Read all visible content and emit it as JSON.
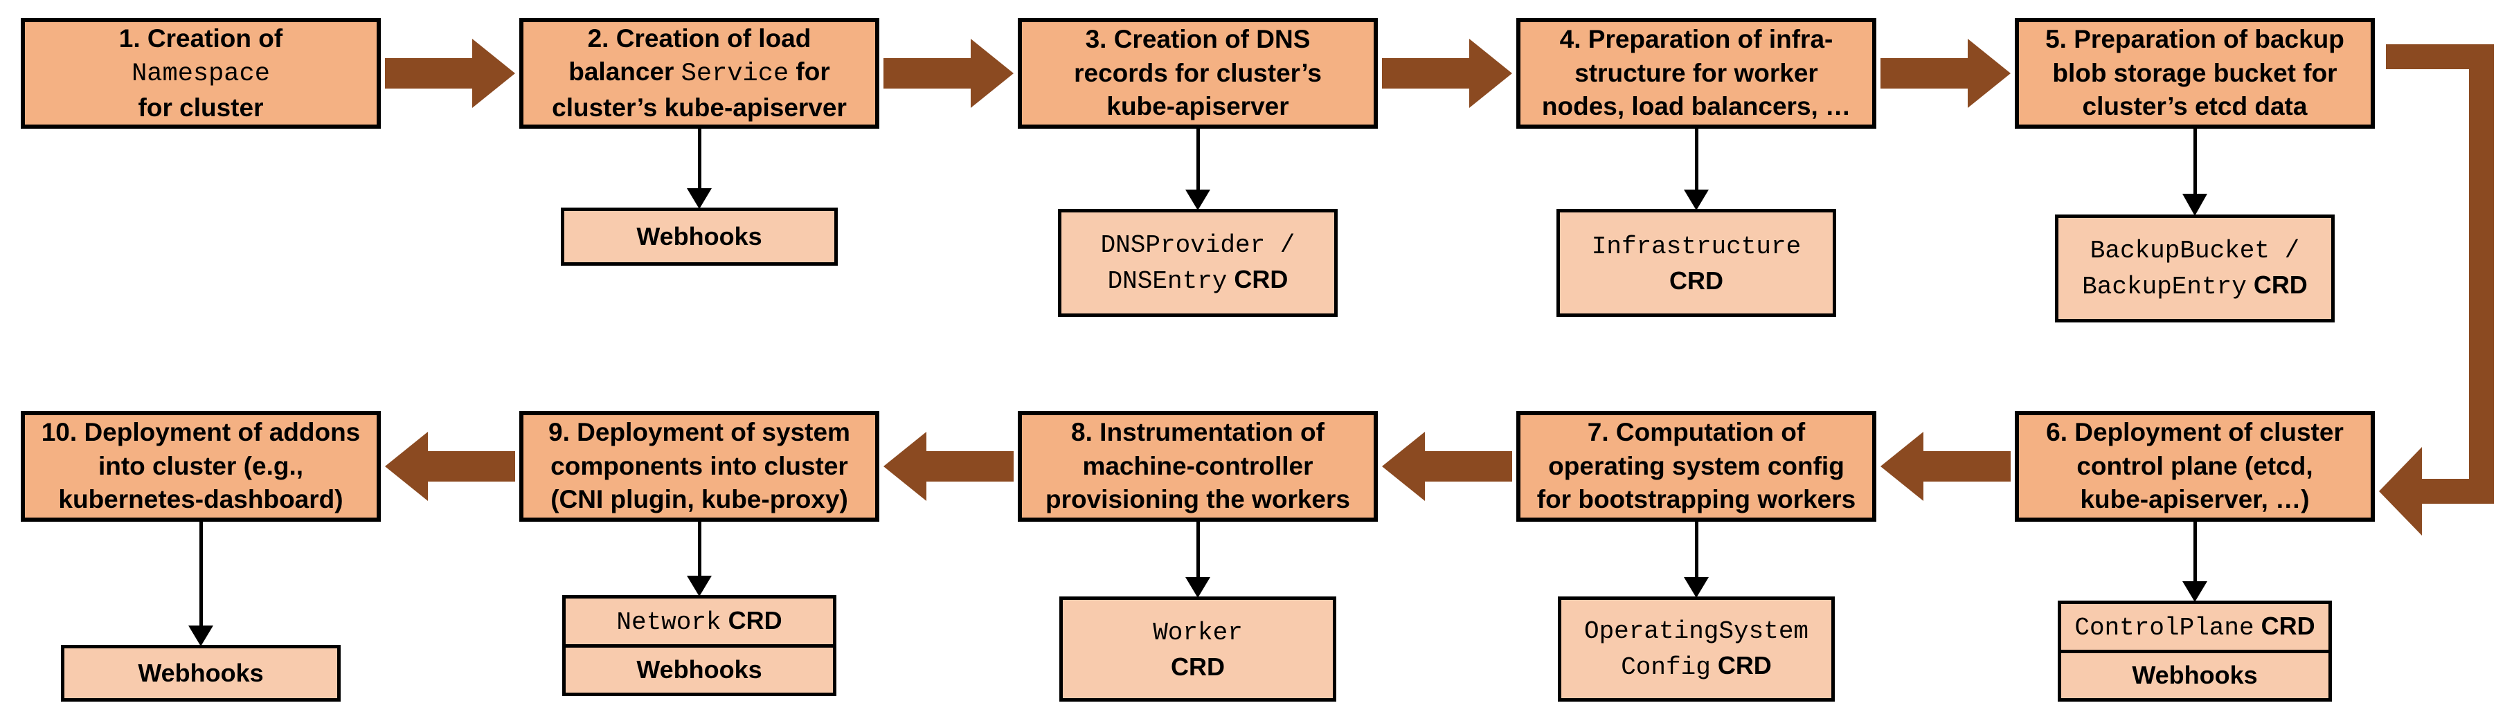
{
  "palette": {
    "main_fill": "#F4B183",
    "sub_fill": "#F8CBAD",
    "arrow": "#8B4A21",
    "border": "#000000"
  },
  "boxes": {
    "step1": {
      "lines": [
        [
          {
            "t": "1. Creation of"
          }
        ],
        [
          {
            "t": "Namespace",
            "s": "mono"
          }
        ],
        [
          {
            "t": "for cluster"
          }
        ]
      ]
    },
    "step2": {
      "lines": [
        [
          {
            "t": "2. Creation of load"
          }
        ],
        [
          {
            "t": "balancer "
          },
          {
            "t": "Service",
            "s": "mono"
          },
          {
            "t": " for"
          }
        ],
        [
          {
            "t": "cluster’s kube-apiserver"
          }
        ]
      ]
    },
    "step3": {
      "lines": [
        [
          {
            "t": "3. Creation of DNS"
          }
        ],
        [
          {
            "t": "records for cluster’s"
          }
        ],
        [
          {
            "t": "kube-apiserver"
          }
        ]
      ]
    },
    "step4": {
      "lines": [
        [
          {
            "t": "4. Preparation of infra-"
          }
        ],
        [
          {
            "t": "structure for worker"
          }
        ],
        [
          {
            "t": "nodes, load balancers, …"
          }
        ]
      ]
    },
    "step5": {
      "lines": [
        [
          {
            "t": "5. Preparation of backup"
          }
        ],
        [
          {
            "t": "blob storage bucket for"
          }
        ],
        [
          {
            "t": "cluster’s etcd data"
          }
        ]
      ]
    },
    "step6": {
      "lines": [
        [
          {
            "t": "6. Deployment of cluster"
          }
        ],
        [
          {
            "t": "control plane (etcd,"
          }
        ],
        [
          {
            "t": "kube-apiserver, …)"
          }
        ]
      ]
    },
    "step7": {
      "lines": [
        [
          {
            "t": "7. Computation of"
          }
        ],
        [
          {
            "t": "operating system config"
          }
        ],
        [
          {
            "t": "for bootstrapping workers"
          }
        ]
      ]
    },
    "step8": {
      "lines": [
        [
          {
            "t": "8. Instrumentation of"
          }
        ],
        [
          {
            "t": "machine-controller"
          }
        ],
        [
          {
            "t": "provisioning the workers"
          }
        ]
      ]
    },
    "step9": {
      "lines": [
        [
          {
            "t": "9. Deployment of system"
          }
        ],
        [
          {
            "t": "components into cluster"
          }
        ],
        [
          {
            "t": "(CNI plugin, kube-proxy)"
          }
        ]
      ]
    },
    "step10": {
      "lines": [
        [
          {
            "t": "10. Deployment of addons"
          }
        ],
        [
          {
            "t": "into cluster (e.g.,"
          }
        ],
        [
          {
            "t": "kubernetes-dashboard)"
          }
        ]
      ]
    },
    "webhooks2": {
      "lines": [
        [
          {
            "t": "Webhooks",
            "s": "bold"
          }
        ]
      ]
    },
    "dns_crd": {
      "lines": [
        [
          {
            "t": "DNSProvider /",
            "s": "mono"
          }
        ],
        [
          {
            "t": "DNSEntry",
            "s": "mono"
          },
          {
            "t": " CRD",
            "s": "bold"
          }
        ]
      ]
    },
    "infra_crd": {
      "lines": [
        [
          {
            "t": "Infrastructure",
            "s": "mono"
          }
        ],
        [
          {
            "t": "CRD",
            "s": "bold"
          }
        ]
      ]
    },
    "backup_crd": {
      "lines": [
        [
          {
            "t": "BackupBucket /",
            "s": "mono"
          }
        ],
        [
          {
            "t": "BackupEntry",
            "s": "mono"
          },
          {
            "t": " CRD",
            "s": "bold"
          }
        ]
      ]
    },
    "controlplane_crd": {
      "lines": [
        [
          {
            "t": "ControlPlane",
            "s": "mono"
          },
          {
            "t": " CRD",
            "s": "bold"
          }
        ]
      ]
    },
    "webhooks6": {
      "lines": [
        [
          {
            "t": "Webhooks",
            "s": "bold"
          }
        ]
      ]
    },
    "osc_crd": {
      "lines": [
        [
          {
            "t": "OperatingSystem",
            "s": "mono"
          }
        ],
        [
          {
            "t": "Config",
            "s": "mono"
          },
          {
            "t": " CRD",
            "s": "bold"
          }
        ]
      ]
    },
    "worker_crd": {
      "lines": [
        [
          {
            "t": "Worker",
            "s": "mono"
          }
        ],
        [
          {
            "t": "CRD",
            "s": "bold"
          }
        ]
      ]
    },
    "network_crd": {
      "lines": [
        [
          {
            "t": "Network",
            "s": "mono"
          },
          {
            "t": " CRD",
            "s": "bold"
          }
        ]
      ]
    },
    "webhooks9": {
      "lines": [
        [
          {
            "t": "Webhooks",
            "s": "bold"
          }
        ]
      ]
    },
    "webhooks10": {
      "lines": [
        [
          {
            "t": "Webhooks",
            "s": "bold"
          }
        ]
      ]
    }
  }
}
